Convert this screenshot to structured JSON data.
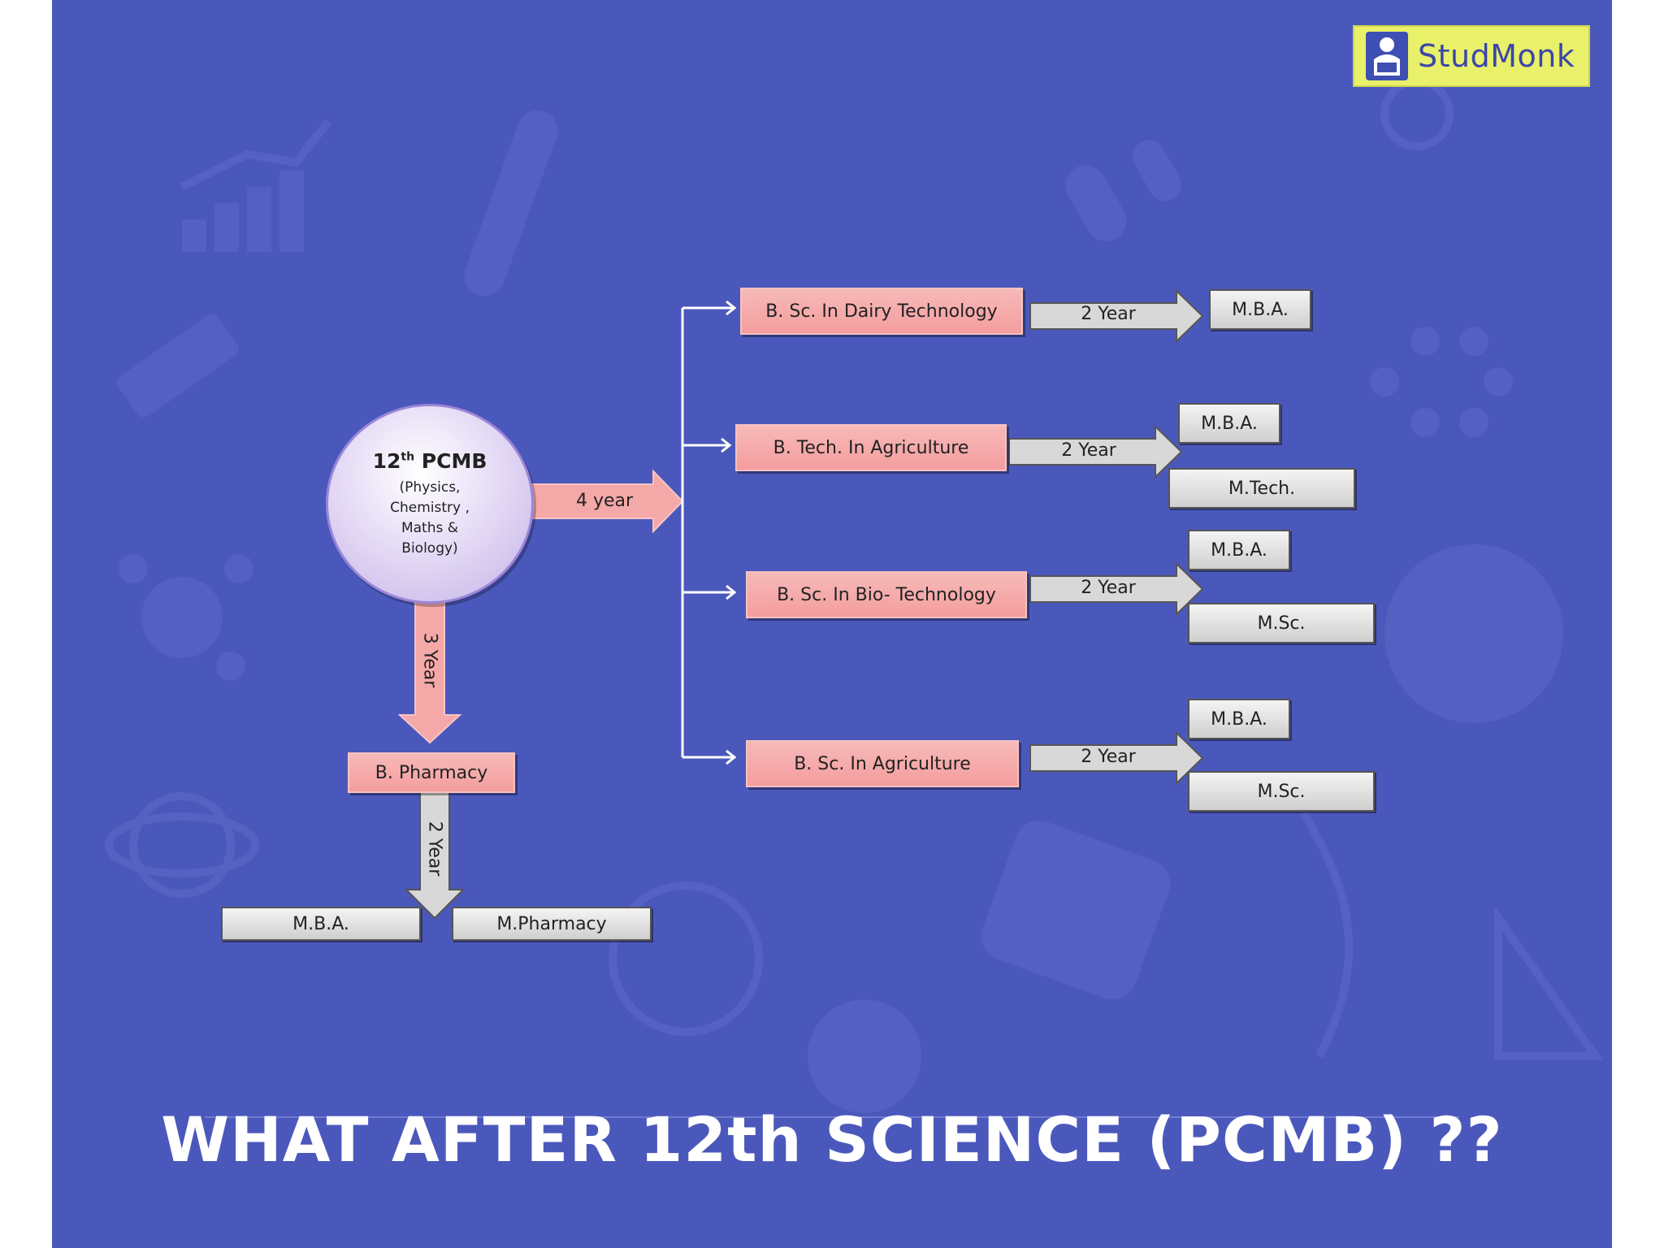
{
  "brand": {
    "name": "StudMonk"
  },
  "root": {
    "title": "12th PCMB",
    "title_base": "12",
    "title_sup": "th",
    "title_rest": "PCMB",
    "subtitle": "(Physics, Chemistry , Maths & Biology)"
  },
  "arrows": {
    "four_year": "4 year",
    "three_year": "3 Year",
    "pharmacy_two_year": "2 Year"
  },
  "pharmacy_branch": {
    "course": "B. Pharmacy",
    "outcomes": [
      "M.B.A.",
      "M.Pharmacy"
    ]
  },
  "branches": [
    {
      "course": "B. Sc. In Dairy Technology",
      "duration": "2 Year",
      "outcomes": [
        "M.B.A."
      ]
    },
    {
      "course": "B. Tech. In Agriculture",
      "duration": "2 Year",
      "outcomes": [
        "M.B.A.",
        "M.Tech."
      ]
    },
    {
      "course": "B. Sc. In Bio- Technology",
      "duration": "2 Year",
      "outcomes": [
        "M.B.A.",
        "M.Sc."
      ]
    },
    {
      "course": "B. Sc. In Agriculture",
      "duration": "2 Year",
      "outcomes": [
        "M.B.A.",
        "M.Sc."
      ]
    }
  ],
  "footer": {
    "headline": "WHAT AFTER 12th SCIENCE (PCMB) ??"
  },
  "colors": {
    "background": "#4b58bb",
    "course_box": "#f5a8a8",
    "outcome_box": "#e3e3e3",
    "arrow_grey": "#cfcfcf",
    "arrow_pink": "#f5a8a8",
    "logo_bg": "#e9f06a"
  }
}
